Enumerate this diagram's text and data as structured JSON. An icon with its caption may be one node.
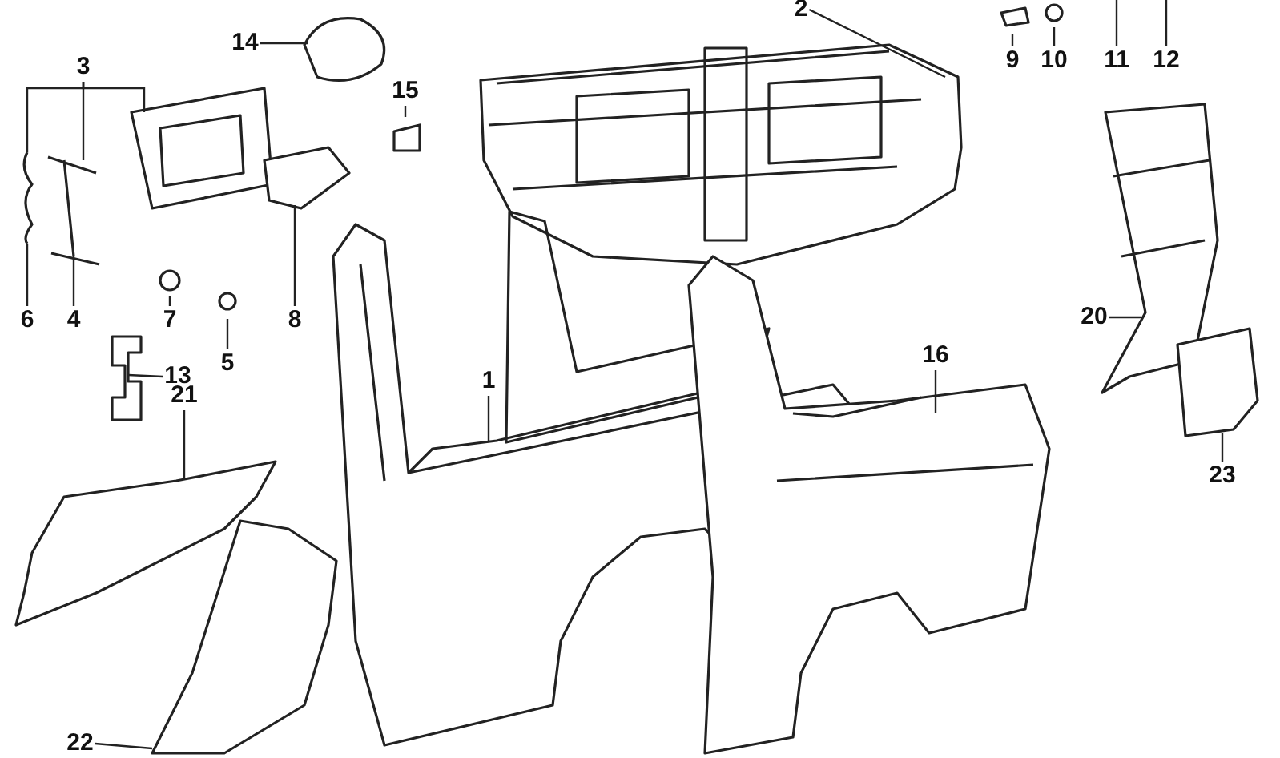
{
  "diagram": {
    "nodes": [
      {
        "text": [
          "1"
        ]
      },
      {
        "text": [
          "2"
        ]
      },
      {
        "text": [
          "3"
        ]
      },
      {
        "text": [
          "4"
        ]
      },
      {
        "text": [
          "5"
        ]
      },
      {
        "text": [
          "6"
        ]
      },
      {
        "text": [
          "7"
        ]
      },
      {
        "text": [
          "8"
        ]
      },
      {
        "text": [
          "9"
        ]
      },
      {
        "text": [
          "10"
        ]
      },
      {
        "text": [
          "11"
        ]
      },
      {
        "text": [
          "12"
        ]
      },
      {
        "text": [
          "13"
        ]
      },
      {
        "text": [
          "14"
        ]
      },
      {
        "text": [
          "15"
        ]
      },
      {
        "text": [
          "16"
        ]
      },
      {
        "text": [
          "20"
        ]
      },
      {
        "text": [
          "21"
        ]
      },
      {
        "text": [
          "22"
        ]
      },
      {
        "text": [
          "23"
        ]
      }
    ],
    "edges": [
      {
        "from": 0,
        "to": null,
        "arrow": "none"
      },
      {
        "from": 1,
        "to": null,
        "arrow": "none"
      },
      {
        "from": 2,
        "to": null,
        "arrow": "none"
      },
      {
        "from": 2,
        "to": null,
        "arrow": "none"
      },
      {
        "from": 2,
        "to": null,
        "arrow": "none"
      },
      {
        "from": 3,
        "to": null,
        "arrow": "none"
      },
      {
        "from": 4,
        "to": null,
        "arrow": "none"
      },
      {
        "from": 5,
        "to": null,
        "arrow": "none"
      },
      {
        "from": 6,
        "to": null,
        "arrow": "none"
      },
      {
        "from": 7,
        "to": null,
        "arrow": "none"
      },
      {
        "from": 8,
        "to": null,
        "arrow": "none"
      },
      {
        "from": 9,
        "to": null,
        "arrow": "none"
      },
      {
        "from": 10,
        "to": null,
        "arrow": "none"
      },
      {
        "from": 11,
        "to": null,
        "arrow": "none"
      },
      {
        "from": 12,
        "to": null,
        "arrow": "none"
      },
      {
        "from": 13,
        "to": null,
        "arrow": "none"
      },
      {
        "from": 14,
        "to": null,
        "arrow": "none"
      },
      {
        "from": 15,
        "to": null,
        "arrow": "none"
      },
      {
        "from": 16,
        "to": null,
        "arrow": "none"
      },
      {
        "from": 17,
        "to": null,
        "arrow": "none"
      },
      {
        "from": 18,
        "to": null,
        "arrow": "none"
      },
      {
        "from": 19,
        "to": null,
        "arrow": "none"
      }
    ]
  }
}
